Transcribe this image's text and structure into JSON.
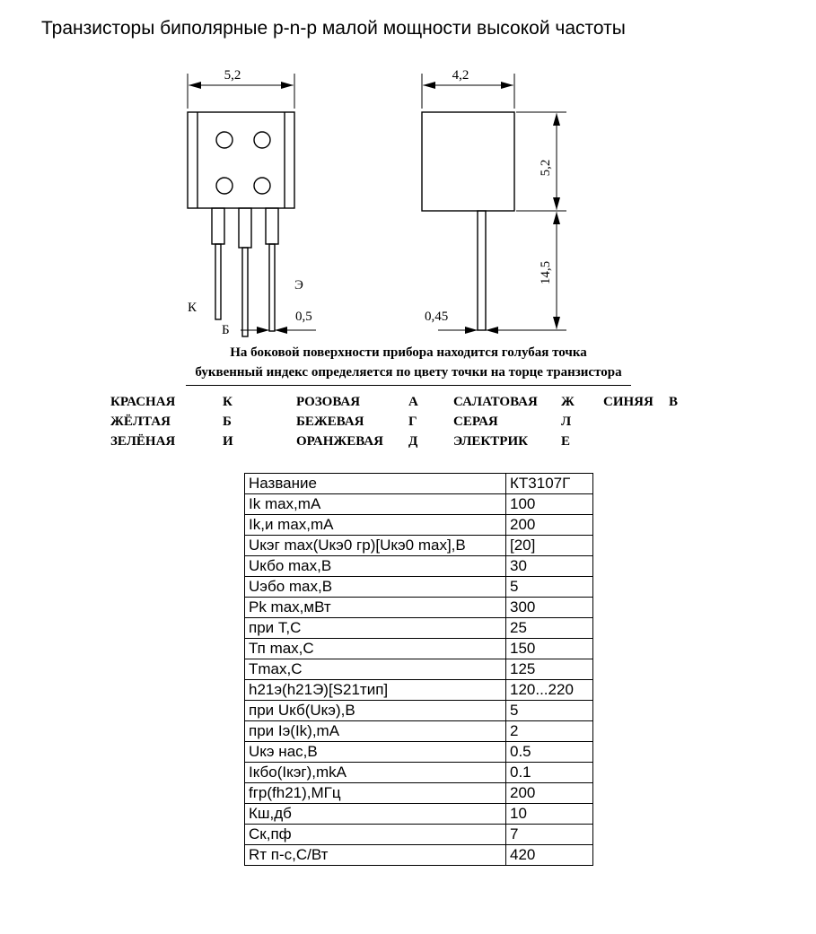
{
  "page": {
    "title": "Транзисторы биполярные p-n-p малой мощности высокой частоты"
  },
  "front_view": {
    "width_dim": "5,2",
    "lead_dim": "0,5",
    "pin_k": "К",
    "pin_b": "Б",
    "pin_e": "Э"
  },
  "side_view": {
    "width_dim": "4,2",
    "height_dim": "5,2",
    "lead_length_dim": "14,5",
    "lead_width_dim": "0,45"
  },
  "notes": {
    "line1": "На боковой поверхности прибора находится голубая точка",
    "line2": "буквенный индекс определяется по цвету точки на торце транзистора"
  },
  "color_table": {
    "rows": [
      [
        "КРАСНАЯ",
        "К",
        "РОЗОВАЯ",
        "А",
        "САЛАТОВАЯ",
        "Ж",
        "СИНЯЯ",
        "В"
      ],
      [
        "ЖЁЛТАЯ",
        "Б",
        "БЕЖЕВАЯ",
        "Г",
        "СЕРАЯ",
        "Л",
        "",
        ""
      ],
      [
        "ЗЕЛЁНАЯ",
        "И",
        "ОРАНЖЕВАЯ",
        "Д",
        "ЭЛЕКТРИК",
        "Е",
        "",
        ""
      ]
    ]
  },
  "spec_table": {
    "rows": [
      [
        "Название",
        "КТ3107Г"
      ],
      [
        "Ik max,mA",
        "100"
      ],
      [
        "Ik,и max,mA",
        "200"
      ],
      [
        "Uкэг max(Uкэ0 гр)[Uкэ0 max],В",
        "[20]"
      ],
      [
        "Uкбо max,В",
        "30"
      ],
      [
        "Uэбо max,В",
        "5"
      ],
      [
        "Pk max,мВт",
        "300"
      ],
      [
        "при Т,С",
        "25"
      ],
      [
        "Тп max,С",
        "150"
      ],
      [
        "Тmax,С",
        "125"
      ],
      [
        "h21э(h21Э)[S21тип]",
        "120...220"
      ],
      [
        "при Uкб(Uкэ),В",
        "5"
      ],
      [
        "при Iэ(Ik),mA",
        "2"
      ],
      [
        "Uкэ нас,В",
        "0.5"
      ],
      [
        "Iкбо(Iкэг),mkA",
        "0.1"
      ],
      [
        "fгр(fh21),МГц",
        "200"
      ],
      [
        "Кш,дб",
        "10"
      ],
      [
        "Ск,пф",
        "7"
      ],
      [
        "Rт п-с,С/Вт",
        "420"
      ]
    ]
  }
}
